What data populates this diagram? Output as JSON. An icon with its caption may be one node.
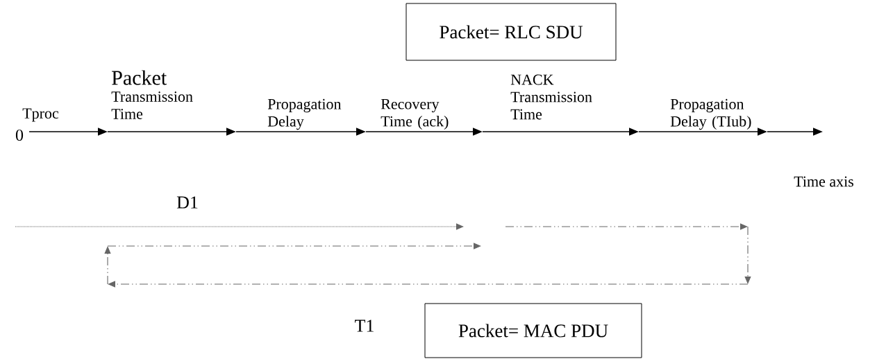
{
  "diagram": {
    "nodes": [
      {
        "text": [
          "Packet= RLC SDU"
        ]
      },
      {
        "text": [
          "Packet= MAC PDU"
        ]
      }
    ],
    "labels": [
      "Packet",
      "Tproc",
      "Transmission Time",
      "Propagation Delay",
      "Recovery Time (ack)",
      "NACK Transmission Time",
      "Propagation Delay (TIub)",
      "0",
      "Time axis",
      "D1",
      "T1"
    ]
  }
}
